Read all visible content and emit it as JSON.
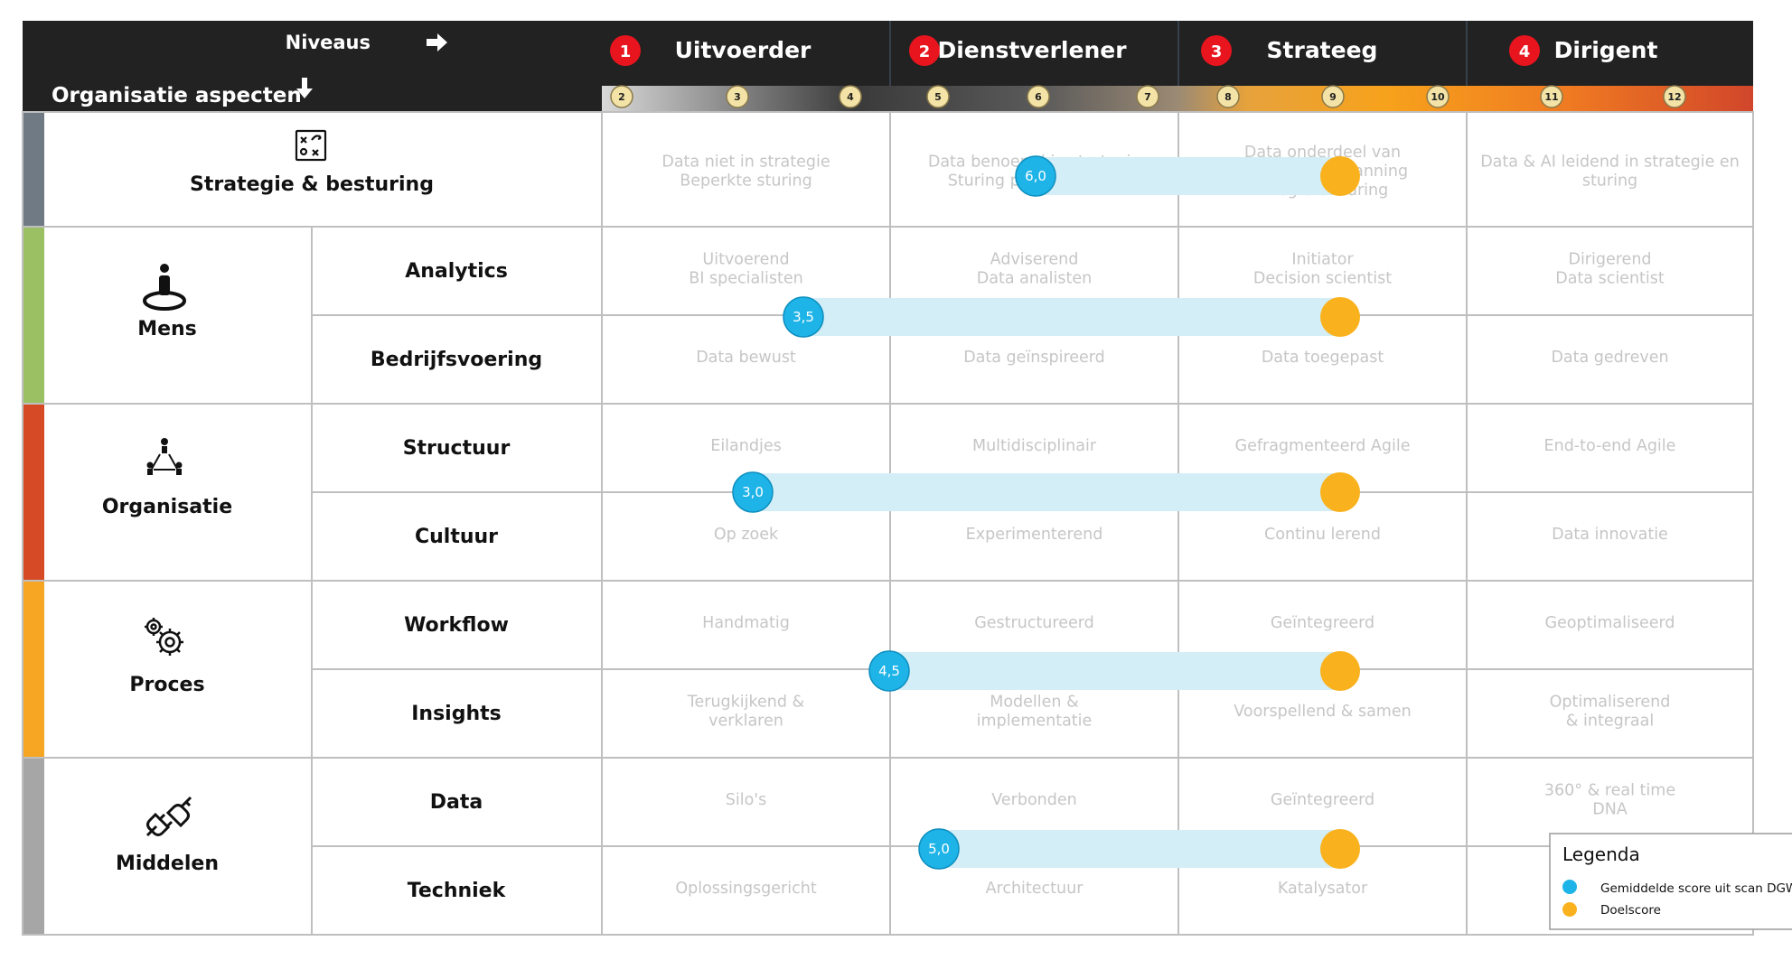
{
  "header": {
    "niveaus_label": "Niveaus",
    "aspecten_label": "Organisatie aspecten",
    "levels": [
      {
        "num": "1",
        "name": "Uitvoerder"
      },
      {
        "num": "2",
        "name": "Dienstverlener"
      },
      {
        "num": "3",
        "name": "Strateeg"
      },
      {
        "num": "4",
        "name": "Dirigent"
      }
    ],
    "ticks": [
      "2",
      "3",
      "4",
      "5",
      "6",
      "7",
      "8",
      "9",
      "10",
      "11",
      "12"
    ]
  },
  "categories": [
    {
      "name": "Strategie & besturing",
      "icon": "strategy-board-icon",
      "color": "#6F7A85"
    },
    {
      "name": "Mens",
      "icon": "person-icon",
      "color": "#9BC064"
    },
    {
      "name": "Organisatie",
      "icon": "org-network-icon",
      "color": "#D74A26"
    },
    {
      "name": "Proces",
      "icon": "gears-icon",
      "color": "#F6A623"
    },
    {
      "name": "Middelen",
      "icon": "plug-icon",
      "color": "#A6A6A6"
    }
  ],
  "rows": [
    {
      "aspect": "Analytics",
      "cells": [
        "Uitvoerend\nBI specialisten",
        "Adviserend\nData analisten",
        "Initiator\nDecision scientist",
        "Dirigerend\nData scientist"
      ]
    },
    {
      "aspect": "Bedrijfsvoering",
      "cells": [
        "Data bewust",
        "Data geïnspireerd",
        "Data toegepast",
        "Data gedreven"
      ]
    },
    {
      "aspect": "Structuur",
      "cells": [
        "Eilandjes",
        "Multidisciplinair",
        "Gefragmenteerd Agile",
        "End-to-end Agile"
      ]
    },
    {
      "aspect": "Cultuur",
      "cells": [
        "Op zoek",
        "Experimenterend",
        "Continu lerend",
        "Data innovatie"
      ]
    },
    {
      "aspect": "Workflow",
      "cells": [
        "Handmatig",
        "Gestructureerd",
        "Geïntegreerd",
        "Geoptimaliseerd"
      ]
    },
    {
      "aspect": "Insights",
      "cells": [
        "Terugkijkend &\nverklaren",
        "Modellen &\nimplementatie",
        "Voorspellend & samen",
        "Optimaliserend\n& integraal"
      ]
    },
    {
      "aspect": "Data",
      "cells": [
        "Silo's",
        "Verbonden",
        "Geïntegreerd",
        "360° & real time\nDNA"
      ]
    },
    {
      "aspect": "Techniek",
      "cells": [
        "Oplossingsgericht",
        "Architectuur",
        "Katalysator",
        ""
      ]
    }
  ],
  "strategy_cells": [
    "Data niet in strategie\nBeperkte sturing",
    "Data benoemd in strategie\nSturing per onderdeel",
    "Data onderdeel van\nStrategie en planning\nIntegrale sturing",
    "Data & AI leidend in strategie en\nsturing"
  ],
  "scores": [
    {
      "category": "Strategie & besturing",
      "score": 6.0,
      "score_label": "6,0",
      "target": 9
    },
    {
      "category": "Mens",
      "score": 3.5,
      "score_label": "3,5",
      "target": 9
    },
    {
      "category": "Organisatie",
      "score": 3.0,
      "score_label": "3,0",
      "target": 9
    },
    {
      "category": "Proces",
      "score": 4.5,
      "score_label": "4,5",
      "target": 9
    },
    {
      "category": "Middelen",
      "score": 5.0,
      "score_label": "5,0",
      "target": 9
    }
  ],
  "legend": {
    "title": "Legenda",
    "items": [
      {
        "label": "Gemiddelde score uit scan DGW",
        "color": "#1EB4E8"
      },
      {
        "label": "Doelscore",
        "color": "#F9B21D"
      }
    ]
  },
  "colors": {
    "header_bg": "#222222",
    "level_badge": "#E8141E",
    "score_dot": "#1EB4E8",
    "target_dot": "#F9B21D",
    "band": "#D3EEF7",
    "grid": "#BFBFBF",
    "faded_text": "#C6C6C6"
  }
}
